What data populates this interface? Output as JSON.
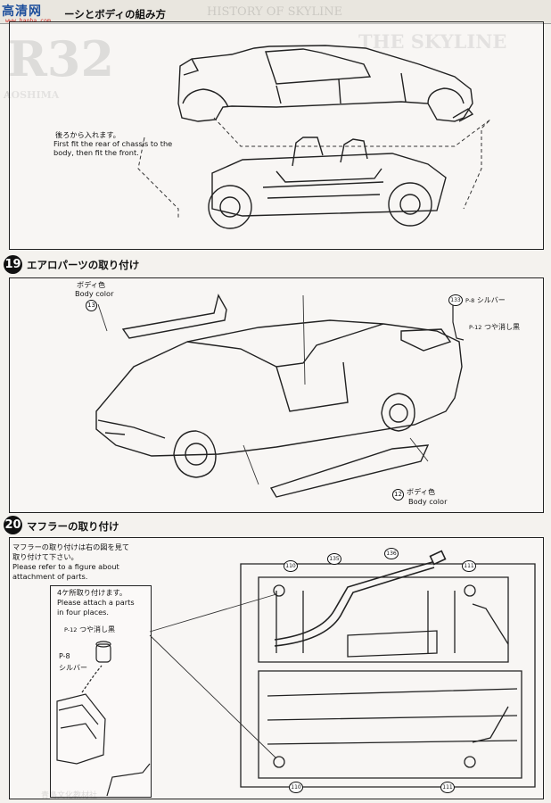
{
  "watermark": {
    "text": "高清网",
    "url": "www.haoba.com"
  },
  "section18": {
    "title": "ーシとボディの組み方",
    "note_jp": "後ろから入れます。",
    "note_en_1": "First fit the rear of chassis to the",
    "note_en_2": "body, then fit the front."
  },
  "background_text": {
    "history": "HISTORY OF SKYLINE",
    "skyline": "THE SKYLINE",
    "r32": "R32",
    "aoshima": "AOSHIMA"
  },
  "section19": {
    "number": "19",
    "title": "エアロパーツの取り付け",
    "body_color_label_jp": "ボディ色",
    "body_color_label_en": "Body color",
    "part_13": "13",
    "part_12": "12",
    "part_133": "133",
    "paint_silver_code": "P-8",
    "paint_silver": "シルバー",
    "paint_black_code": "P-12",
    "paint_black": "つや消し黒"
  },
  "section20": {
    "number": "20",
    "title": "マフラーの取り付け",
    "note_jp_1": "マフラーの取り付けは右の図を見て",
    "note_jp_2": "取り付けて下さい。",
    "note_en_1": "Please refer to a figure about",
    "note_en_2": "attachment of parts.",
    "four_places_jp": "4ケ所取り付けます。",
    "four_places_en_1": "Please attach a parts",
    "four_places_en_2": "in four places.",
    "paint_black_code": "P-12",
    "paint_black": "つや消し黒",
    "paint_silver_code": "P-8",
    "paint_silver": "シルバー",
    "part_110": "110",
    "part_111": "111",
    "part_135": "135",
    "part_136": "136"
  },
  "footer": {
    "publisher": "青島文化教材社"
  }
}
